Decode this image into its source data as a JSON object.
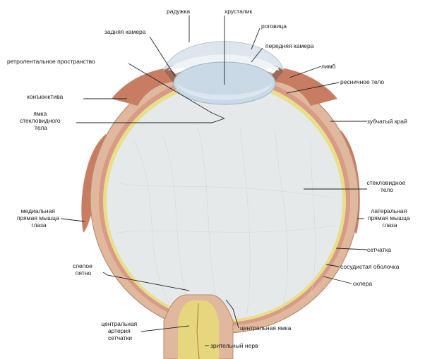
{
  "colors": {
    "sclera": "#e0b89e",
    "sclera_edge": "#b98a72",
    "choroid": "#d99a86",
    "retina": "#e8df8a",
    "vitreous": "#e6e9ea",
    "lens": "#c9d9e6",
    "cornea": "#dde6ec",
    "muscle": "#c87d63",
    "optic_nerve": "#e6d77e",
    "leader": "#222222"
  },
  "labels": {
    "iris": "радужка",
    "lens": "хрусталик",
    "cornea": "роговица",
    "posterior_chamber": "задняя камера",
    "anterior_chamber": "передняя камера",
    "retrolental_space": "ретролентальное пространство",
    "limbus": "лимб",
    "ciliary_body": "ресничное тело",
    "conjunctiva": "конъюнктива",
    "hyaloid_fossa": [
      "ямка",
      "стекловидного",
      "тела"
    ],
    "ora_serrata": "зубчатый край",
    "vitreous_body": [
      "стекловидное",
      "тело"
    ],
    "medial_rectus": [
      "медиальная",
      "прямая мышца",
      "глаза"
    ],
    "lateral_rectus": [
      "латеральная",
      "прямая мышца",
      "глаза"
    ],
    "retina": "сетчатка",
    "choroid": "сосудистая оболочка",
    "blind_spot": [
      "слепое",
      "пятно"
    ],
    "sclera": "склера",
    "fovea": "центральная ямка",
    "central_artery": [
      "центральная",
      "артерия",
      "сетчатки"
    ],
    "optic_nerve": "зрительный нерв"
  }
}
